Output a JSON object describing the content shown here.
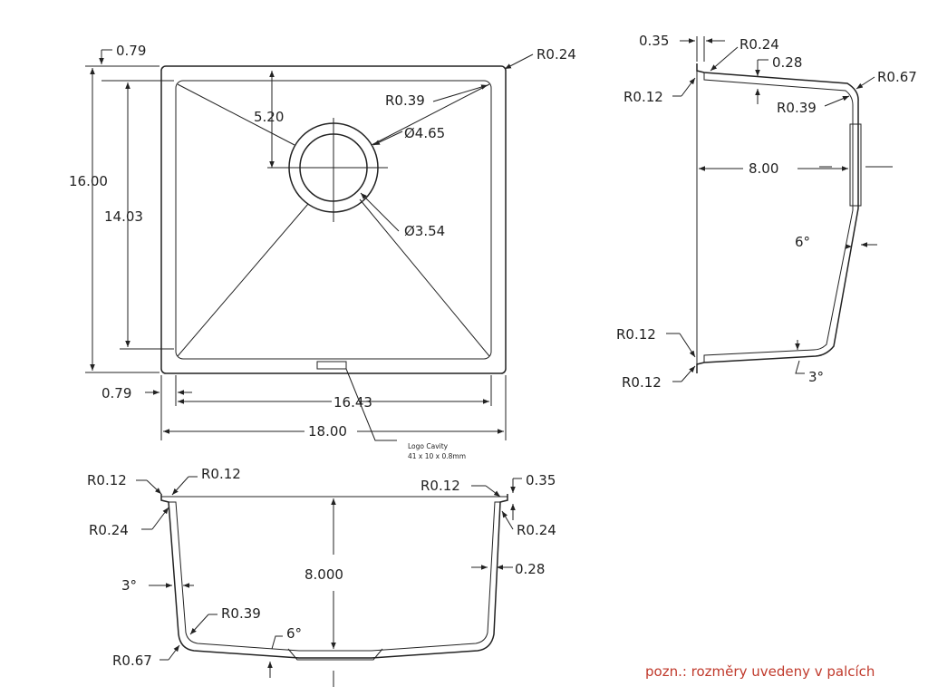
{
  "top_view": {
    "d_079_top": "0.79",
    "d_r024": "R0.24",
    "d_520": "5.20",
    "d_r039": "R0.39",
    "d_dia465": "Ø4.65",
    "d_1600": "16.00",
    "d_1403": "14.03",
    "d_dia354": "Ø3.54",
    "d_079_bottom": "0.79",
    "d_1643": "16.43",
    "d_1800": "18.00",
    "logo_line1": "Logo Cavity",
    "logo_line2": "41 x 10 x 0.8mm"
  },
  "side_view": {
    "d_035": "0.35",
    "d_r024": "R0.24",
    "d_028": "0.28",
    "d_r067": "R0.67",
    "d_r012_top": "R0.12",
    "d_r039": "R0.39",
    "d_800": "8.00",
    "d_6deg": "6°",
    "d_r012_mid": "R0.12",
    "d_r012_bot": "R0.12",
    "d_3deg": "3°"
  },
  "front_view": {
    "d_r012_left": "R0.12",
    "d_r012_left2": "R0.12",
    "d_r012_right": "R0.12",
    "d_035": "0.35",
    "d_r024_left": "R0.24",
    "d_r024_right": "R0.24",
    "d_8000": "8.000",
    "d_028": "0.28",
    "d_3deg": "3°",
    "d_r039": "R0.39",
    "d_6deg": "6°",
    "d_r067": "R0.67"
  },
  "note": {
    "text": "pozn.: rozměry uvedeny v palcích",
    "color": "#c0392b"
  }
}
